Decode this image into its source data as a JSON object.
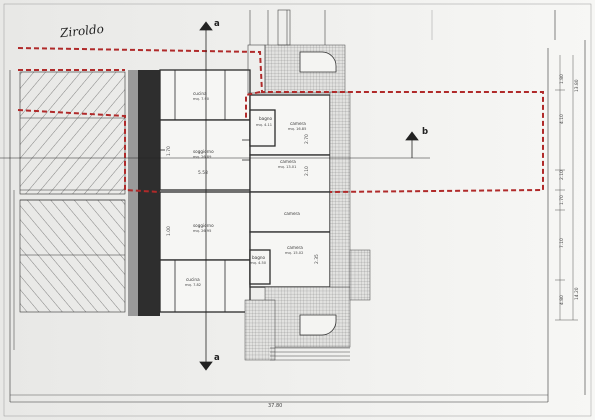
{
  "signature": "Ziroldo",
  "sections": {
    "top": "a",
    "bottom": "a",
    "right": "b"
  },
  "rooms": [
    {
      "name": "cucina",
      "area": "mq. 7.90"
    },
    {
      "name": "soggiorno",
      "area": "mq. 26.89"
    },
    {
      "name": "bagno",
      "area": "mq. 4.11"
    },
    {
      "name": "camera",
      "area": "mq. 16.85"
    },
    {
      "name": "camera",
      "area": "mq. 13.01"
    },
    {
      "name": "soggiorno",
      "area": "mq. 26.95"
    },
    {
      "name": "camera",
      "area": ""
    },
    {
      "name": "camera",
      "area": "mq. 15.02"
    },
    {
      "name": "bagno",
      "area": "mq. 4.50"
    },
    {
      "name": "cucina",
      "area": "mq. 7.82"
    }
  ],
  "dimensions": {
    "overall_bottom": "37.80",
    "right_total": "13.80",
    "right_parts": [
      "1.80",
      "4.10",
      "2.10",
      "1.70",
      "7.10",
      "4.80",
      "14.20"
    ],
    "inner": [
      "1.70",
      "5.58",
      "2.70",
      "1.00",
      "2.10",
      "2.35"
    ]
  },
  "colors": {
    "boundary": "#b02a2a",
    "lines": "#2b2b2b",
    "dark_strip": "#2e2e2e"
  }
}
